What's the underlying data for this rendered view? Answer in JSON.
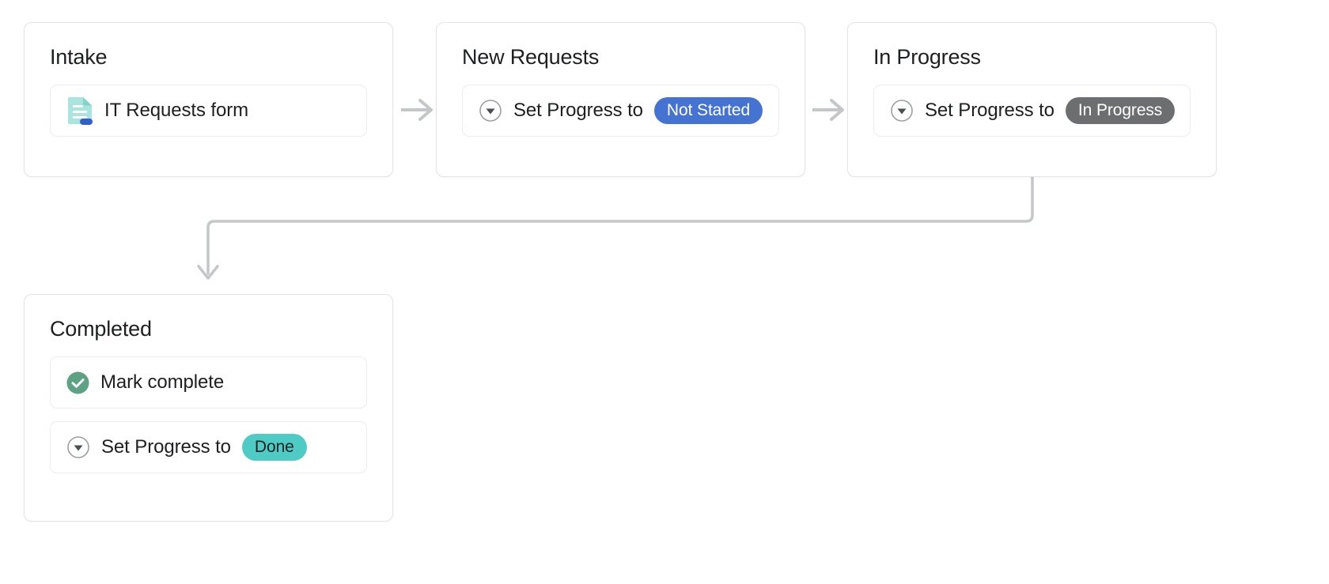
{
  "board": {
    "stages": [
      {
        "id": "intake",
        "title": "Intake",
        "actions": [
          {
            "id": "it-requests-form",
            "icon": "form-icon",
            "label": "IT Requests form",
            "badge": null
          }
        ]
      },
      {
        "id": "new-requests",
        "title": "New Requests",
        "actions": [
          {
            "id": "set-progress-not-started",
            "icon": "dropdown-circle-icon",
            "label": "Set Progress to",
            "badge": {
              "text": "Not Started",
              "color": "#4573D2",
              "style": "blue"
            }
          }
        ]
      },
      {
        "id": "in-progress",
        "title": "In Progress",
        "actions": [
          {
            "id": "set-progress-in-progress",
            "icon": "dropdown-circle-icon",
            "label": "Set Progress to",
            "badge": {
              "text": "In Progress",
              "color": "#6D6E6F",
              "style": "gray"
            }
          }
        ]
      },
      {
        "id": "completed",
        "title": "Completed",
        "actions": [
          {
            "id": "mark-complete",
            "icon": "check-circle-icon",
            "label": "Mark complete",
            "badge": null
          },
          {
            "id": "set-progress-done",
            "icon": "dropdown-circle-icon",
            "label": "Set Progress to",
            "badge": {
              "text": "Done",
              "color": "#4ECBC4",
              "style": "teal"
            }
          }
        ]
      }
    ],
    "connectors": [
      {
        "id": "intake-to-new-requests",
        "type": "arrow-right"
      },
      {
        "id": "new-requests-to-in-progress",
        "type": "arrow-right"
      },
      {
        "id": "in-progress-to-completed",
        "type": "elbow-down-left"
      }
    ],
    "colors": {
      "connector": "#c4c6c8",
      "card_border": "#E3E4E6",
      "row_border": "#ECEDED",
      "text": "#1E1F21",
      "form_icon": "#A9E5DE",
      "form_icon_accent": "#2F5FC7",
      "check_icon": "#5DA283",
      "canvas": "#FFFFFF"
    }
  }
}
